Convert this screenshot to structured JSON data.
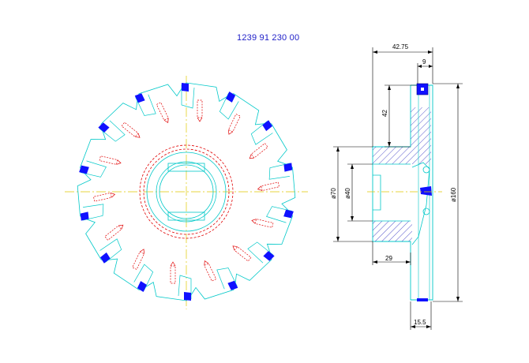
{
  "title": "1239 91 230 00",
  "dimensions": {
    "total_width": "42.75",
    "pocket_width": "9",
    "pocket_depth": "42",
    "hub_diameter": "ø70",
    "bore_diameter": "ø40",
    "outer_diameter": "ø160",
    "hub_length": "29",
    "cutting_width": "15.5"
  },
  "colors": {
    "outline": "#00c8c8",
    "hidden_line": "#e00000",
    "center_line": "#e0c800",
    "insert": "#1010ff",
    "dimension_line": "#000000",
    "hatch": "#3030c0"
  },
  "front_view": {
    "pocket_count": 14
  }
}
